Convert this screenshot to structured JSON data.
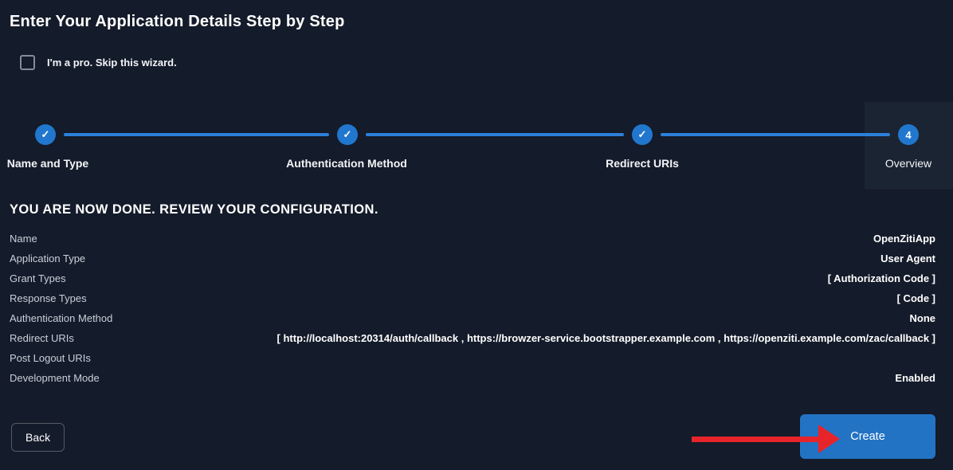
{
  "title": "Enter Your Application Details Step by Step",
  "skip": {
    "label": "I'm a pro. Skip this wizard.",
    "checked": false
  },
  "stepper": {
    "check_glyph": "✓",
    "steps": [
      {
        "label": "Name and Type",
        "status": "done"
      },
      {
        "label": "Authentication Method",
        "status": "done"
      },
      {
        "label": "Redirect URIs",
        "status": "done"
      },
      {
        "label": "Overview",
        "status": "current",
        "number": "4"
      }
    ]
  },
  "review": {
    "heading": "YOU ARE NOW DONE. REVIEW YOUR CONFIGURATION.",
    "rows": [
      {
        "label": "Name",
        "value": "OpenZitiApp"
      },
      {
        "label": "Application Type",
        "value": "User Agent"
      },
      {
        "label": "Grant Types",
        "value": "[ Authorization Code ]"
      },
      {
        "label": "Response Types",
        "value": "[ Code ]"
      },
      {
        "label": "Authentication Method",
        "value": "None"
      },
      {
        "label": "Redirect URIs",
        "value": "[ http://localhost:20314/auth/callback , https://browzer-service.bootstrapper.example.com , https://openziti.example.com/zac/callback ]"
      },
      {
        "label": "Post Logout URIs",
        "value": ""
      },
      {
        "label": "Development Mode",
        "value": "Enabled"
      }
    ]
  },
  "footer": {
    "back_label": "Back",
    "create_label": "Create"
  },
  "annotation": {
    "type": "red-arrow",
    "points_to": "create-button"
  },
  "colors": {
    "background": "#141b2a",
    "step_highlight": "#1b2433",
    "step_circle_blue": "#2177cd",
    "connector_blue": "#2b80da",
    "create_button_blue": "#2373c4",
    "arrow_red": "#e8242b"
  }
}
